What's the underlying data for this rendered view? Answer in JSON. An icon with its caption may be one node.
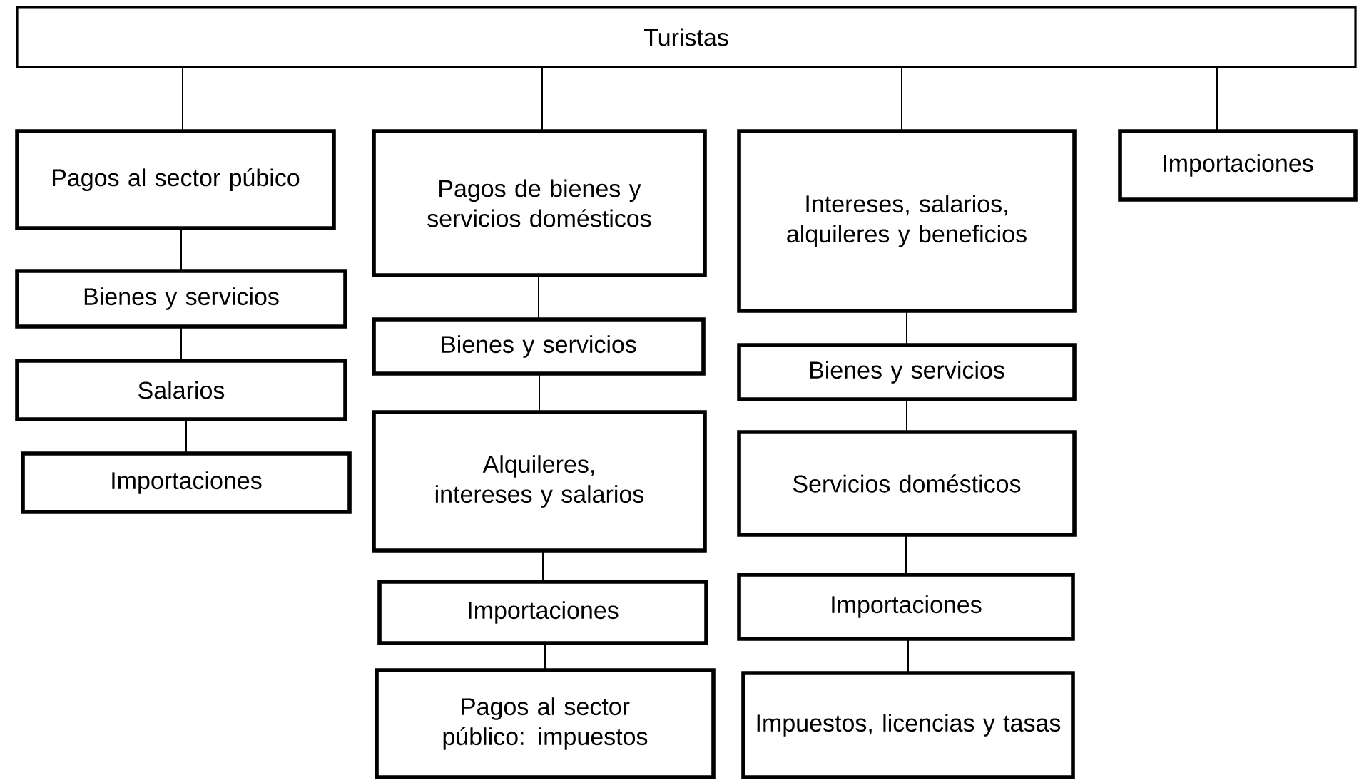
{
  "diagram": {
    "nodes": [
      {
        "text": [
          "Turistas"
        ]
      },
      {
        "text": [
          "Pagos al sector púbico"
        ]
      },
      {
        "text": [
          "Bienes y servicios"
        ]
      },
      {
        "text": [
          "Salarios"
        ]
      },
      {
        "text": [
          "Importaciones"
        ]
      },
      {
        "text": [
          "Pagos de bienes y servicios domésticos"
        ]
      },
      {
        "text": [
          "Bienes y servicios"
        ]
      },
      {
        "text": [
          "Alquileres, intereses y salarios"
        ]
      },
      {
        "text": [
          "Importaciones"
        ]
      },
      {
        "text": [
          "Pagos al sector público: impuestos"
        ]
      },
      {
        "text": [
          "Intereses, salarios, alquileres y beneficios"
        ]
      },
      {
        "text": [
          "Bienes y servicios"
        ]
      },
      {
        "text": [
          "Servicios domésticos"
        ]
      },
      {
        "text": [
          "Importaciones"
        ]
      },
      {
        "text": [
          "Impuestos, licencias y tasas"
        ]
      },
      {
        "text": [
          "Importaciones"
        ]
      }
    ],
    "edges": [
      {
        "from": 0,
        "to": 1,
        "arrow": "none"
      },
      {
        "from": 0,
        "to": 5,
        "arrow": "none"
      },
      {
        "from": 0,
        "to": 10,
        "arrow": "none"
      },
      {
        "from": 0,
        "to": 15,
        "arrow": "none"
      },
      {
        "from": 1,
        "to": 2,
        "arrow": "none"
      },
      {
        "from": 2,
        "to": 3,
        "arrow": "none"
      },
      {
        "from": 3,
        "to": 4,
        "arrow": "none"
      },
      {
        "from": 5,
        "to": 6,
        "arrow": "none"
      },
      {
        "from": 6,
        "to": 7,
        "arrow": "none"
      },
      {
        "from": 7,
        "to": 8,
        "arrow": "none"
      },
      {
        "from": 8,
        "to": 9,
        "arrow": "none"
      },
      {
        "from": 10,
        "to": 11,
        "arrow": "none"
      },
      {
        "from": 11,
        "to": 12,
        "arrow": "none"
      },
      {
        "from": 12,
        "to": 13,
        "arrow": "none"
      },
      {
        "from": 13,
        "to": 14,
        "arrow": "none"
      }
    ]
  }
}
